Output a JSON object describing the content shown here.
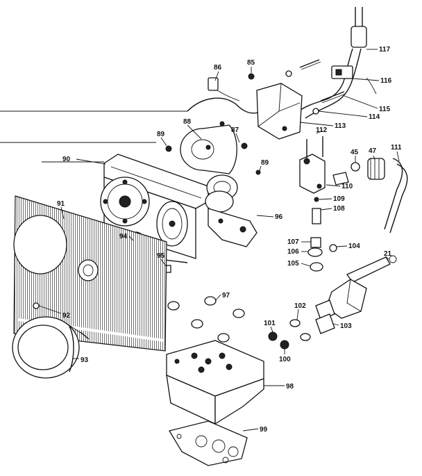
{
  "labels": [
    {
      "id": "86",
      "text": "86"
    },
    {
      "id": "85",
      "text": "85"
    },
    {
      "id": "117",
      "text": "117"
    },
    {
      "id": "116",
      "text": "116"
    },
    {
      "id": "115",
      "text": "115"
    },
    {
      "id": "114",
      "text": "114"
    },
    {
      "id": "113",
      "text": "113"
    },
    {
      "id": "112",
      "text": "112"
    },
    {
      "id": "111",
      "text": "111"
    },
    {
      "id": "88",
      "text": "88"
    },
    {
      "id": "87",
      "text": "87"
    },
    {
      "id": "89a",
      "text": "89"
    },
    {
      "id": "89b",
      "text": "89"
    },
    {
      "id": "90",
      "text": "90"
    },
    {
      "id": "45",
      "text": "45"
    },
    {
      "id": "47",
      "text": "47"
    },
    {
      "id": "110",
      "text": "110"
    },
    {
      "id": "109",
      "text": "109"
    },
    {
      "id": "108",
      "text": "108"
    },
    {
      "id": "91",
      "text": "91"
    },
    {
      "id": "96",
      "text": "96"
    },
    {
      "id": "94",
      "text": "94"
    },
    {
      "id": "95",
      "text": "95"
    },
    {
      "id": "107",
      "text": "107"
    },
    {
      "id": "106",
      "text": "106"
    },
    {
      "id": "104",
      "text": "104"
    },
    {
      "id": "105",
      "text": "105"
    },
    {
      "id": "21",
      "text": "21"
    },
    {
      "id": "97",
      "text": "97"
    },
    {
      "id": "102",
      "text": "102"
    },
    {
      "id": "92",
      "text": "92"
    },
    {
      "id": "101",
      "text": "101"
    },
    {
      "id": "103",
      "text": "103"
    },
    {
      "id": "93",
      "text": "93"
    },
    {
      "id": "100",
      "text": "100"
    },
    {
      "id": "98",
      "text": "98"
    },
    {
      "id": "99",
      "text": "99"
    }
  ]
}
